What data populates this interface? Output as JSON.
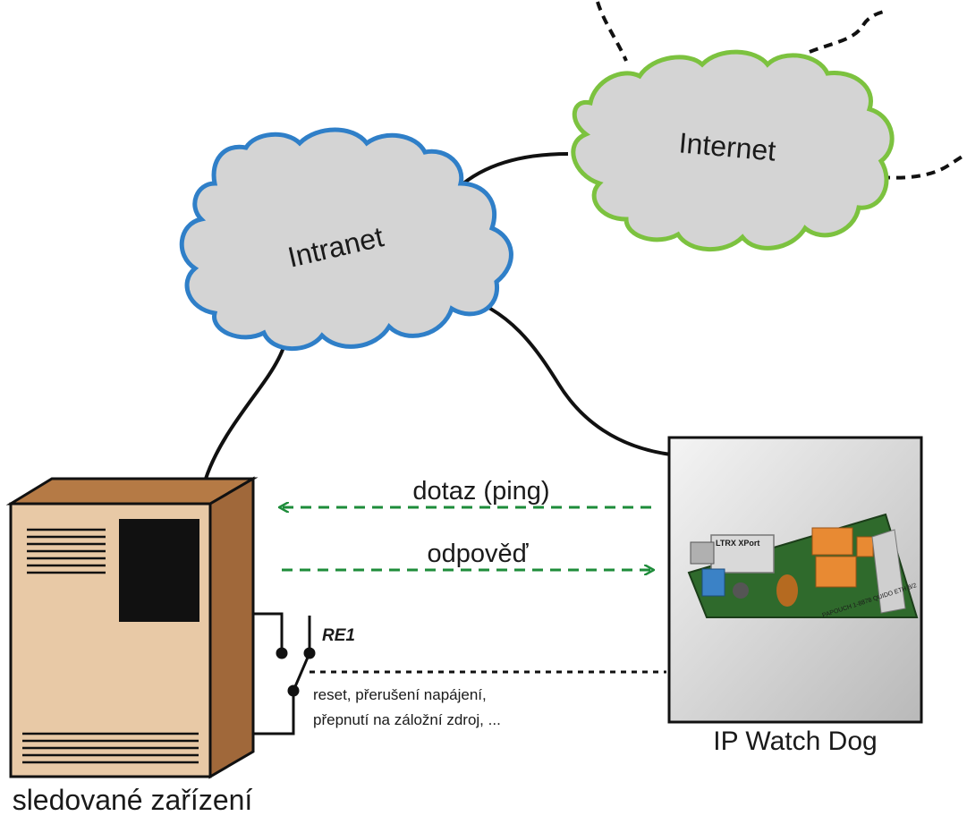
{
  "clouds": {
    "intranet": {
      "label": "Intranet",
      "stroke": "#2f7fc8",
      "fill": "#d4d4d4"
    },
    "internet": {
      "label": "Internet",
      "stroke": "#7cc23f",
      "fill": "#d4d4d4"
    }
  },
  "arrows": {
    "query": "dotaz (ping)",
    "response": "odpověď",
    "color": "#1e8c3a"
  },
  "relay": {
    "label": "RE1",
    "actions_line1": "reset, přerušení napájení,",
    "actions_line2": "přepnutí na záložní zdroj, ..."
  },
  "device": {
    "label": "sledované zařízení",
    "front_color": "#e8c9a6",
    "side_color": "#a0683a"
  },
  "watchdog": {
    "label": "IP Watch Dog",
    "board_label": "LTRX XPort",
    "board_text": "PAPOUCH 1-8878 QUIDO ETH 8/2"
  }
}
